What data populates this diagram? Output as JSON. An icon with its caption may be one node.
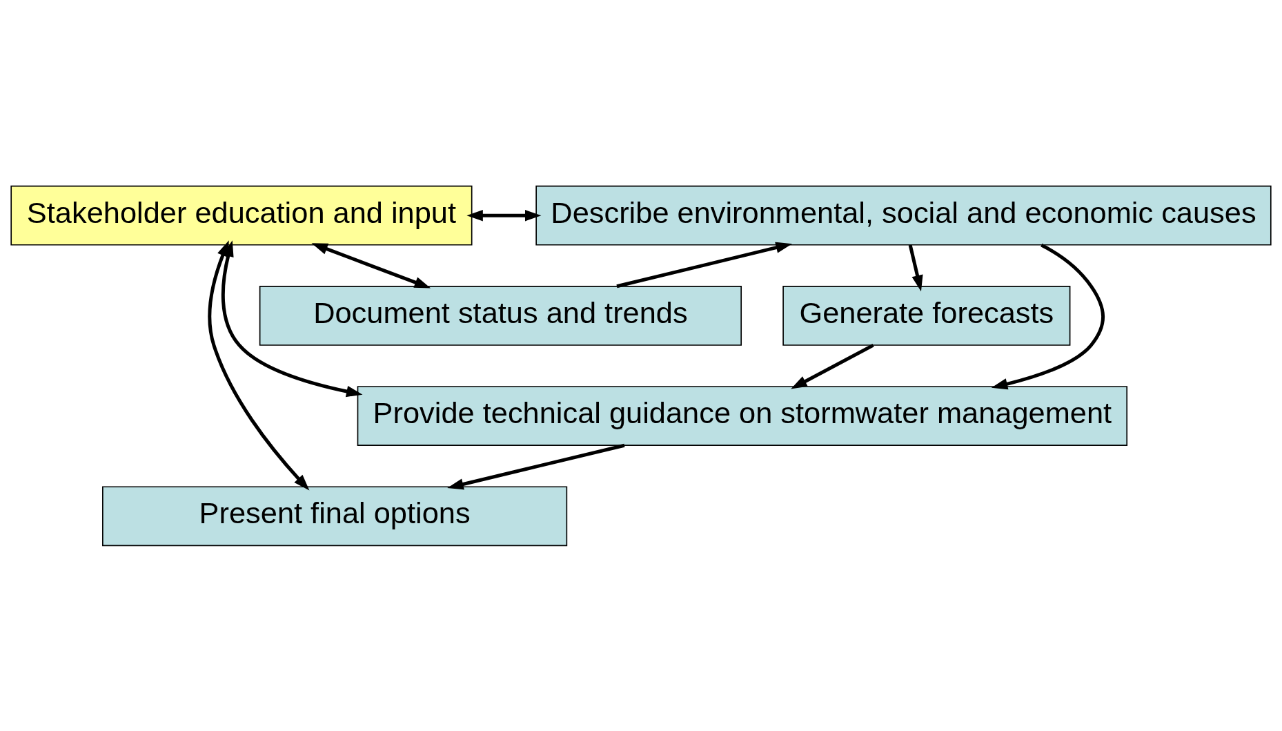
{
  "diagram": {
    "nodes": [
      {
        "text": [
          "Stakeholder education and input"
        ]
      },
      {
        "text": [
          "Document status and trends"
        ]
      },
      {
        "text": [
          "Describe environmental, social and economic causes"
        ]
      },
      {
        "text": [
          "Generate forecasts"
        ]
      },
      {
        "text": [
          "Provide technical guidance on stormwater management"
        ]
      },
      {
        "text": [
          "Present final options"
        ]
      }
    ],
    "edges": [
      {
        "from": 0,
        "to": 1,
        "arrow": "both"
      },
      {
        "from": 0,
        "to": 2,
        "arrow": "both"
      },
      {
        "from": 0,
        "to": 4,
        "arrow": "both"
      },
      {
        "from": 0,
        "to": 5,
        "arrow": "both"
      },
      {
        "from": 1,
        "to": 2,
        "arrow": "to"
      },
      {
        "from": 2,
        "to": 3,
        "arrow": "to"
      },
      {
        "from": 2,
        "to": 4,
        "arrow": "to"
      },
      {
        "from": 3,
        "to": 4,
        "arrow": "to"
      },
      {
        "from": 4,
        "to": 5,
        "arrow": "to"
      }
    ]
  }
}
